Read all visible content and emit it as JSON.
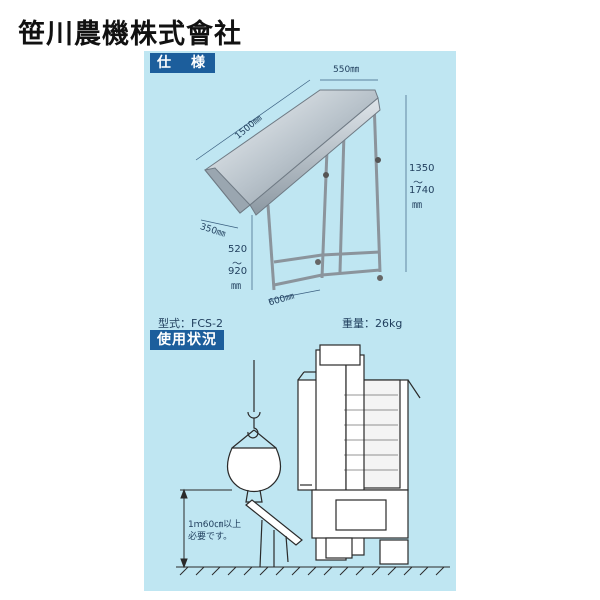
{
  "header": {
    "company": "笹川農機株式會社"
  },
  "spec": {
    "title": "仕　様",
    "dim_top": "550㎜",
    "dim_length": "1500㎜",
    "dim_width": "350㎜",
    "dim_base": "600㎜",
    "dim_height_min": "1350",
    "dim_height_sep": "〜",
    "dim_height_max": "1740",
    "dim_height_unit": "㎜",
    "dim_leg_min": "520",
    "dim_leg_sep": "〜",
    "dim_leg_max": "920",
    "dim_leg_unit": "㎜",
    "model": "型式：FCS-2",
    "weight": "重量：26kg"
  },
  "usage": {
    "title": "使用状況",
    "note_line1": "1ｍ60㎝以上",
    "note_line2": "必要です。"
  }
}
